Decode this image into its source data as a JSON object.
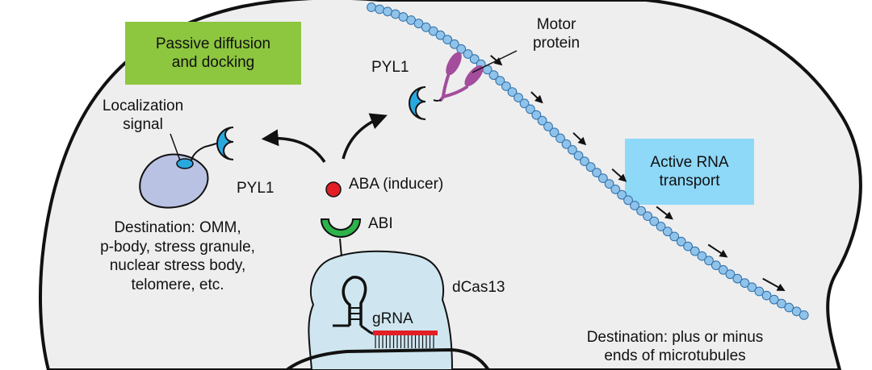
{
  "colors": {
    "cell_fill": "#eeeeee",
    "green_box": "#8dc63f",
    "blue_box": "#8ed8f8",
    "pyl1_blue": "#29a8e0",
    "abi_green": "#2db34a",
    "aba_red": "#e31e24",
    "motor_purple": "#a34d9c",
    "dcas13_fill": "#cfe6f0",
    "docking_protein_fill": "#b9c2e3",
    "microtubule_bead": "#8fc3ea",
    "guide_rna_red": "#e31e24"
  },
  "labels": {
    "passive_box": "Passive diffusion\nand docking",
    "active_box": "Active RNA\ntransport",
    "motor_protein": "Motor\nprotein",
    "pyl1_top": "PYL1",
    "pyl1_left": "PYL1",
    "localization_signal": "Localization\nsignal",
    "aba": "ABA (inducer)",
    "abi": "ABI",
    "dcas13": "dCas13",
    "grna": "gRNA",
    "destination_left": "Destination: OMM,\np-body, stress granule,\nnuclear stress body,\ntelomere, etc.",
    "destination_right": "Destination: plus or minus\nends of microtubules"
  }
}
